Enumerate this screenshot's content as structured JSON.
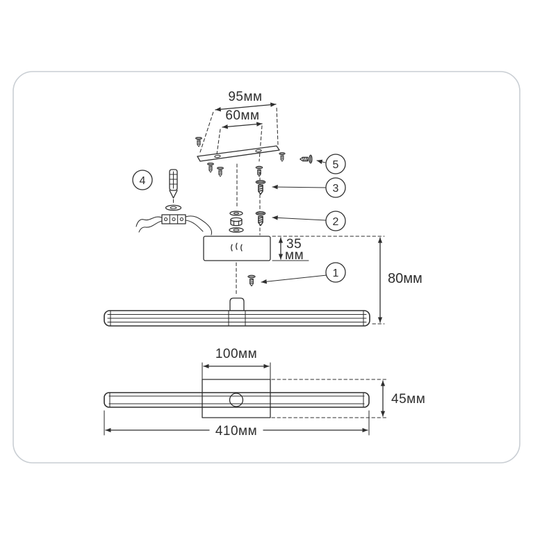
{
  "meta": {
    "description": "Wall picture-light installation / dimension diagram"
  },
  "colors": {
    "line": "#2e2e2e",
    "border": "#c9ced3",
    "bg": "#ffffff"
  },
  "dims": {
    "bracket_outer": "95мм",
    "bracket_holes": "60мм",
    "box_height_value": "35",
    "box_height_unit": "мм",
    "overall_height": "80мм",
    "plate_width": "100мм",
    "plate_height": "45мм",
    "bar_length": "410мм"
  },
  "callouts": {
    "n1": "1",
    "n2": "2",
    "n3": "3",
    "n4": "4",
    "n5": "5"
  }
}
